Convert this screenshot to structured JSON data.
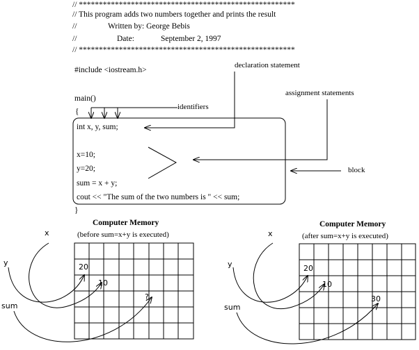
{
  "header": {
    "stars": "// ******************************************************",
    "line1": "// This program adds two numbers together and prints the result",
    "written_prefix": "//",
    "written": "Written by: George Bebis",
    "date_prefix": "//",
    "date_label": "Date:",
    "date_value": "September 2, 1997",
    "stars2": "// ******************************************************"
  },
  "code": {
    "include": "#include <iostream.h>",
    "main": "main()",
    "open_brace": "{",
    "decl": "int x, y, sum;",
    "assign_x": "x=10;",
    "assign_y": "y=20;",
    "assign_sum": "sum = x + y;",
    "cout": "cout << \"The sum of the two numbers is \" << sum;",
    "close_brace": "}"
  },
  "annotations": {
    "declaration": "declaration statement",
    "assignment": "assignment statements",
    "identifiers": "identifiers",
    "block": "block"
  },
  "memory_before": {
    "title": "Computer Memory",
    "subtitle": "(before sum=x+y is executed)",
    "x_label": "x",
    "y_label": "y",
    "sum_label": "sum",
    "y_value": "20",
    "x_value": "10",
    "sum_value": "?"
  },
  "memory_after": {
    "title": "Computer Memory",
    "subtitle": "(after sum=x+y is executed)",
    "x_label": "x",
    "y_label": "y",
    "sum_label": "sum",
    "y_value": "20",
    "x_value": "10",
    "sum_value": "30"
  }
}
